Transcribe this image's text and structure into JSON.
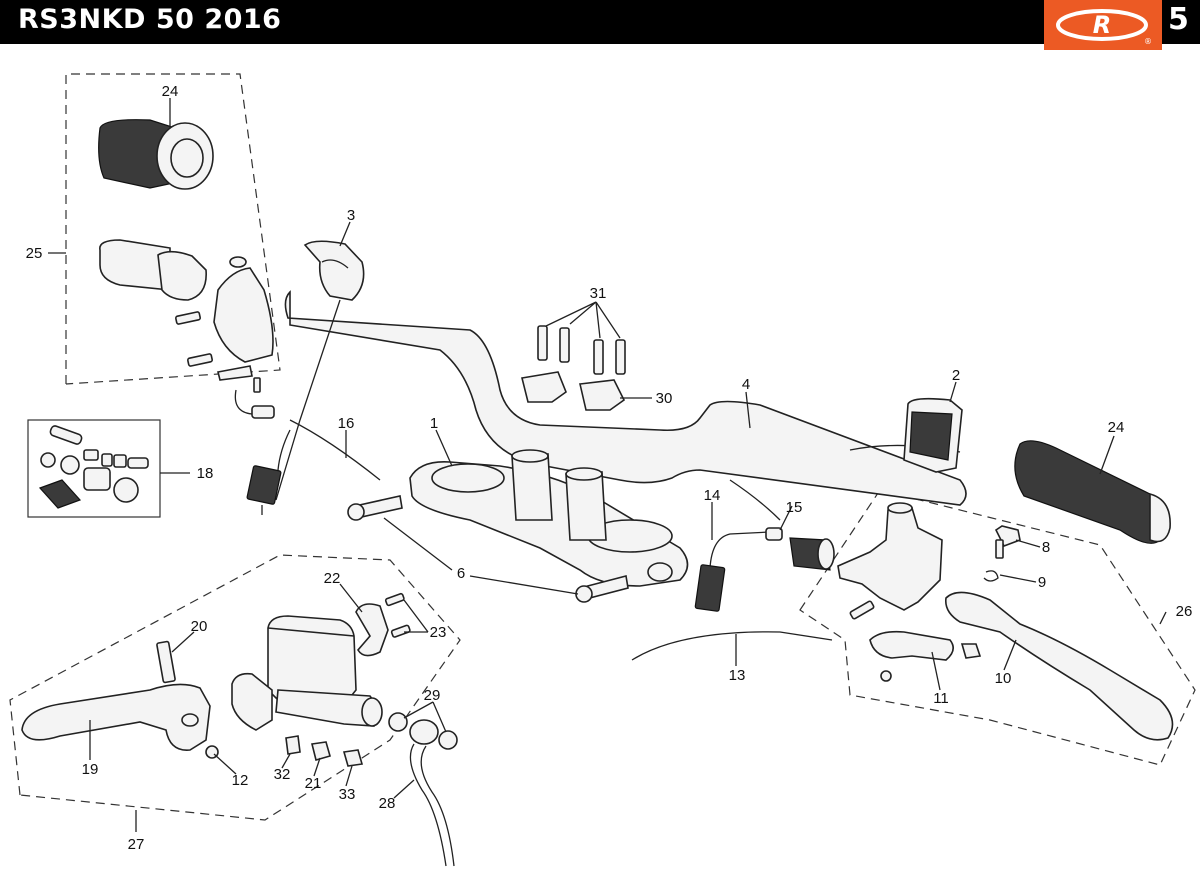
{
  "header": {
    "title": "RS3NKD 50 2016",
    "page_number": "5",
    "logo_letter": "R",
    "logo_mark": "®"
  },
  "colors": {
    "header_bg": "#000000",
    "logo_bg": "#ec5a24",
    "header_text": "#ffffff"
  },
  "callouts": {
    "c1": "1",
    "c2": "2",
    "c3": "3",
    "c4": "4",
    "c6": "6",
    "c8": "8",
    "c9": "9",
    "c10": "10",
    "c11": "11",
    "c12": "12",
    "c13": "13",
    "c14": "14",
    "c15": "15",
    "c16": "16",
    "c18": "18",
    "c19": "19",
    "c20": "20",
    "c21": "21",
    "c22": "22",
    "c23": "23",
    "c24a": "24",
    "c24b": "24",
    "c25": "25",
    "c26": "26",
    "c27": "27",
    "c28": "28",
    "c29": "29",
    "c30": "30",
    "c31": "31",
    "c32": "32",
    "c33": "33"
  }
}
